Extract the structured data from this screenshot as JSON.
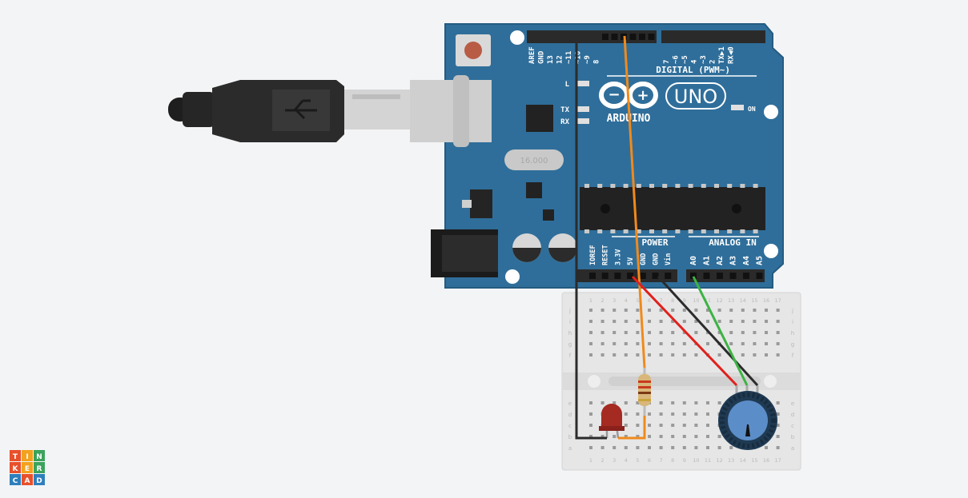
{
  "app": {
    "logo_letters": [
      "T",
      "I",
      "N",
      "K",
      "E",
      "R",
      "C",
      "A",
      "D"
    ],
    "logo_colors": [
      "#e8502b",
      "#f2a21f",
      "#3aa35c",
      "#e8502b",
      "#f2a21f",
      "#3aa35c",
      "#2e7fbd",
      "#e8502b",
      "#2e7fbd"
    ]
  },
  "arduino": {
    "model_logo": "UNO",
    "brand": "ARDUINO",
    "digital_label": "DIGITAL (PWM~)",
    "power_label": "POWER",
    "analog_label": "ANALOG IN",
    "on_label": "ON",
    "led_labels": [
      "L",
      "TX",
      "RX"
    ],
    "crystal_label": "16.000",
    "digital_pins_left": [
      "AREF",
      "GND",
      "13",
      "12",
      "~11",
      "~10",
      "~9",
      "8"
    ],
    "digital_pins_right": [
      "7",
      "~6",
      "~5",
      "4",
      "~3",
      "2",
      "TX▶1",
      "RX◀0"
    ],
    "power_pins": [
      "IOREF",
      "RESET",
      "3.3V",
      "5V",
      "GND",
      "GND",
      "Vin"
    ],
    "analog_pins": [
      "A0",
      "A1",
      "A2",
      "A3",
      "A4",
      "A5"
    ],
    "board_color": "#2f6e9a"
  },
  "breadboard": {
    "row_letters_top": [
      "j",
      "i",
      "h",
      "g",
      "f"
    ],
    "row_letters_bottom": [
      "e",
      "d",
      "c",
      "b",
      "a"
    ],
    "columns": [
      "1",
      "2",
      "3",
      "4",
      "5",
      "6",
      "7",
      "8",
      "9",
      "10",
      "11",
      "12",
      "13",
      "14",
      "15",
      "16",
      "17"
    ]
  },
  "components": {
    "led": "red",
    "resistor": "resistor",
    "potentiometer": "potentiometer",
    "usb_cable": "usb-b"
  },
  "wires": [
    {
      "name": "wire-gnd-black",
      "color": "#2b2b2b"
    },
    {
      "name": "wire-pin10-orange",
      "color": "#f08a1c"
    },
    {
      "name": "wire-5v-red",
      "color": "#e0201c"
    },
    {
      "name": "wire-gnd2-black",
      "color": "#2b2b2b"
    },
    {
      "name": "wire-a0-green",
      "color": "#3db343"
    }
  ]
}
